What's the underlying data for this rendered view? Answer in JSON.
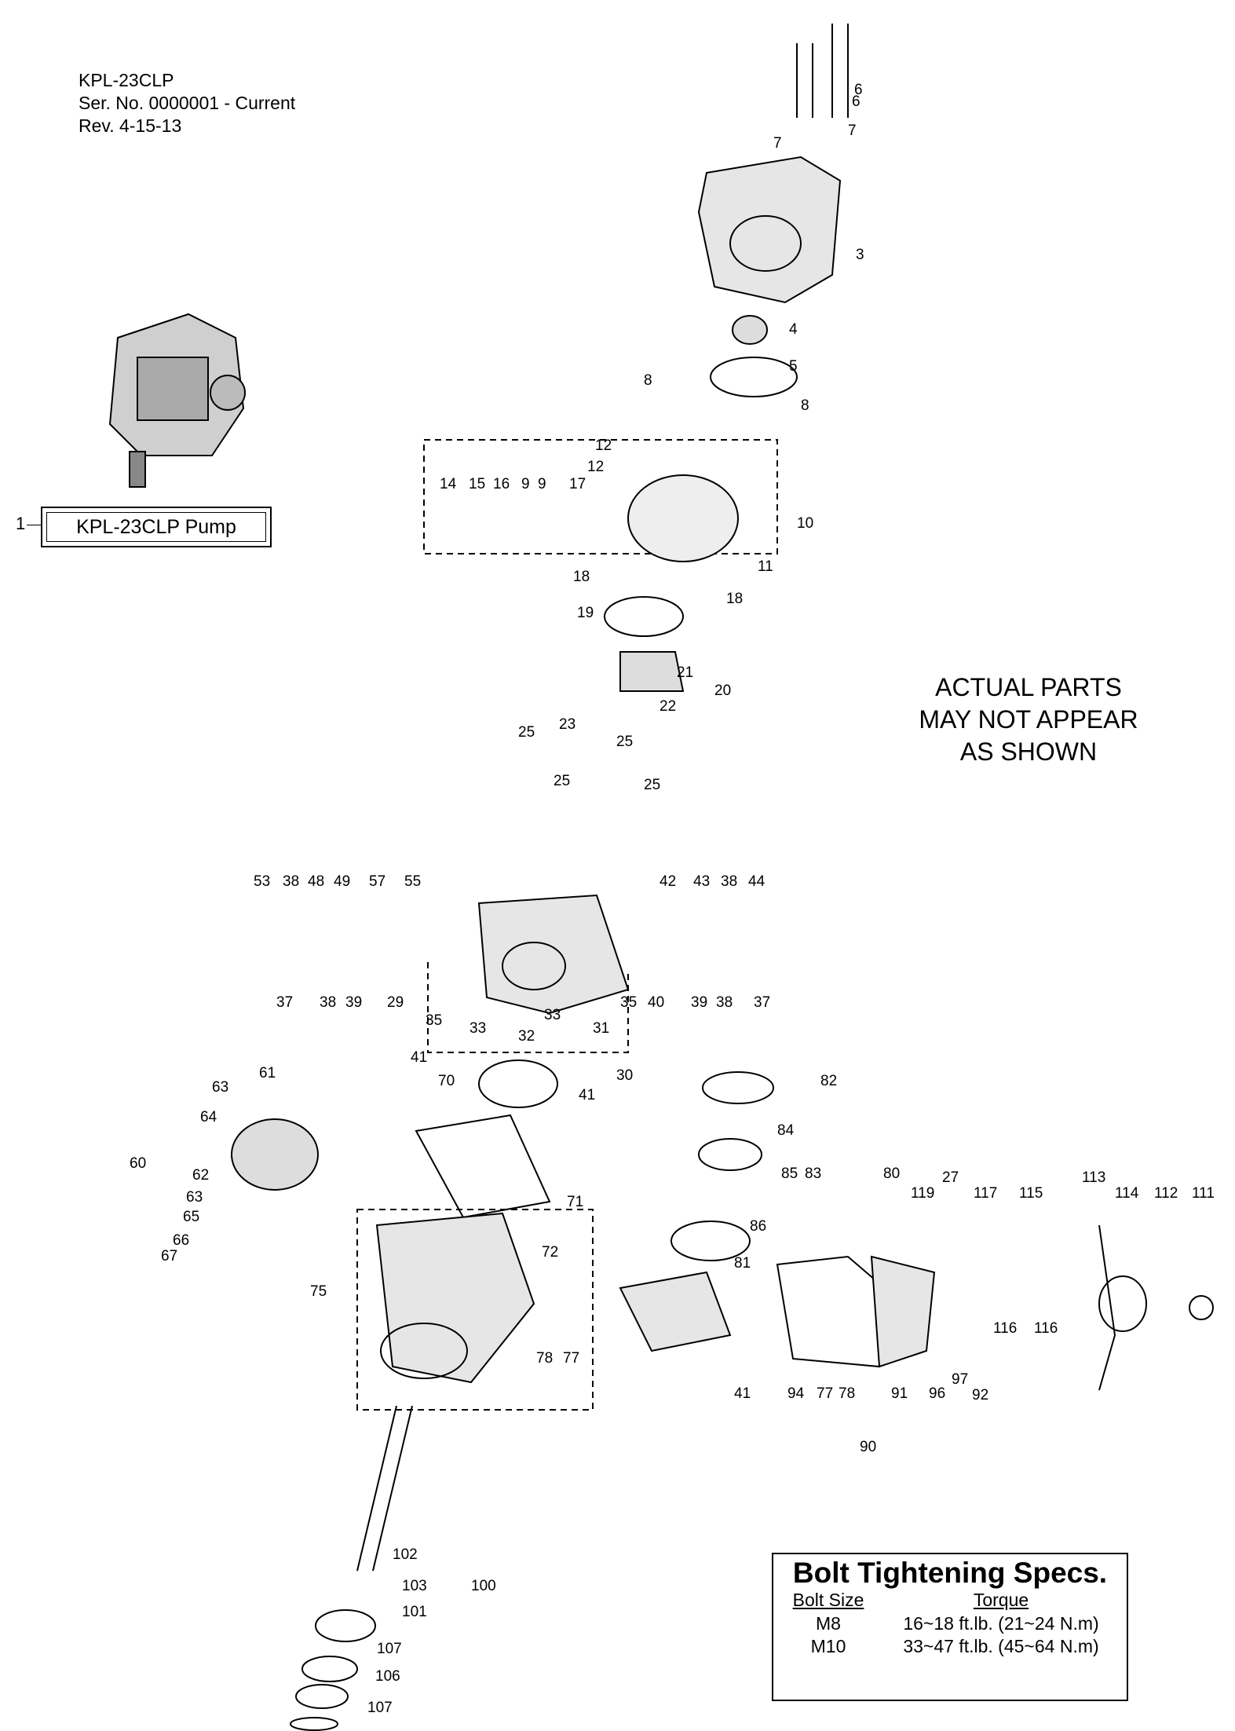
{
  "header": {
    "model": "KPL-23CLP",
    "serial": "Ser. No. 0000001 - Current",
    "revision": "Rev. 4-15-13"
  },
  "pump_callout": {
    "number": "1",
    "label": "KPL-23CLP Pump"
  },
  "notice": [
    "ACTUAL PARTS",
    "MAY NOT APPEAR",
    "AS SHOWN"
  ],
  "bolt_specs": {
    "title": "Bolt Tightening Specs.",
    "col_size": "Bolt Size",
    "col_torque": "Torque",
    "rows": [
      {
        "size": "M8",
        "torque": "16~18 ft.lb. (21~24 N.m)"
      },
      {
        "size": "M10",
        "torque": "33~47 ft.lb. (45~64 N.m)"
      }
    ]
  },
  "callouts": [
    "6",
    "6",
    "7",
    "7",
    "3",
    "4",
    "5",
    "8",
    "8",
    "12",
    "12",
    "14",
    "15",
    "16",
    "9",
    "9",
    "17",
    "10",
    "11",
    "18",
    "18",
    "19",
    "21",
    "20",
    "22",
    "23",
    "25",
    "25",
    "25",
    "25",
    "53",
    "38",
    "48",
    "49",
    "57",
    "55",
    "42",
    "43",
    "38",
    "44",
    "37",
    "38",
    "39",
    "29",
    "35",
    "35",
    "40",
    "39",
    "38",
    "37",
    "33",
    "33",
    "32",
    "31",
    "41",
    "30",
    "70",
    "41",
    "61",
    "63",
    "64",
    "60",
    "62",
    "63",
    "65",
    "66",
    "67",
    "71",
    "72",
    "75",
    "78",
    "77",
    "82",
    "84",
    "85",
    "83",
    "80",
    "86",
    "81",
    "119",
    "27",
    "117",
    "115",
    "113",
    "114",
    "112",
    "111",
    "116",
    "116",
    "41",
    "94",
    "77",
    "78",
    "91",
    "96",
    "97",
    "92",
    "90",
    "102",
    "103",
    "100",
    "101",
    "107",
    "106",
    "107"
  ]
}
